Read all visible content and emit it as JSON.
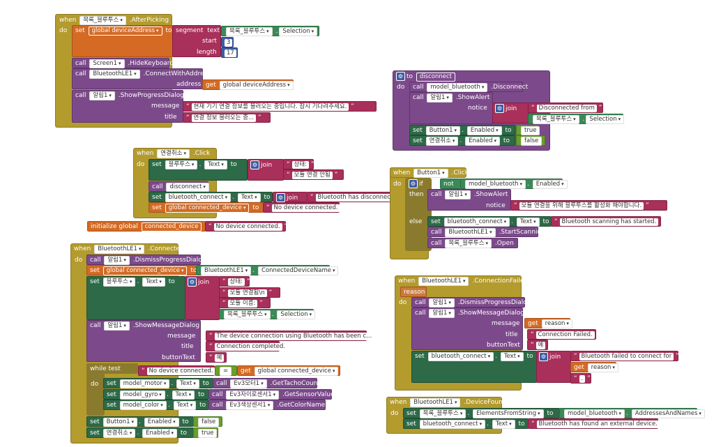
{
  "blocks": {
    "after_picking": {
      "when": "when",
      "component": "목록_블루투스",
      "event": ".AfterPicking",
      "do": "do",
      "set": "set",
      "var": "global deviceAddress",
      "to": "to",
      "segment": "segment",
      "text": "text",
      "text_comp": "목록_블루투스",
      "text_prop": "Selection",
      "start": "start",
      "start_val": "3",
      "length": "length",
      "length_val": "17",
      "call1": "call",
      "screen": "Screen1",
      "hide": ".HideKeyboard",
      "call2": "call",
      "bt": "BluetoothLE1",
      "connect": ".ConnectWithAddress",
      "address": "address",
      "get": "get",
      "get_var": "global deviceAddress",
      "call3": "call",
      "notifier": "알림1",
      "show_progress": ".ShowProgressDialog",
      "message": "message",
      "message_val": "현재 기기 연결 정보를 불러오는 중입니다. 잠시 기다려주세요.",
      "title": "title",
      "title_val": "연결 정보 불러오는 중..."
    },
    "to_disconnect": {
      "to": "to",
      "name": "disconnect",
      "do": "do",
      "call1": "call",
      "model": "model_bluetooth",
      "disc": ".Disconnect",
      "call2": "call",
      "notifier": "알림1",
      "alert": ".ShowAlert",
      "notice": "notice",
      "join": "join",
      "s1": "Disconnected from ",
      "list": "목록_블루투스",
      "list_prop": "Selection",
      "set1": "set",
      "btn": "Button1",
      "enabled": "Enabled",
      "to1": "to",
      "true": "true",
      "set2": "set",
      "btn2": "연결취소",
      "to2": "to",
      "false": "false"
    },
    "cancel_click": {
      "when": "when",
      "component": "연결취소",
      "event": ".Click",
      "do": "do",
      "set": "set",
      "label": "블루투스",
      "text": "Text",
      "to": "to",
      "join": "join",
      "s1": "상태:",
      "s2": "모듈 연결 안됨",
      "call": "call",
      "disconnect": "disconnect",
      "set2": "set",
      "bc": "bluetooth_connect",
      "text2": "Text",
      "to2": "to",
      "join2": "join",
      "s3": "Bluetooth has disconnected.",
      "set3": "set",
      "var": "global connected_device",
      "to3": "to",
      "s4": "No device connected."
    },
    "init_global": {
      "label": "initialize global",
      "name": "connected_device",
      "to": "to",
      "value": "No device connected."
    },
    "button1_click": {
      "when": "when",
      "component": "Button1",
      "event": ".Click",
      "do": "do",
      "if": "if",
      "not": "not",
      "model": "model_bluetooth",
      "enabled": "Enabled",
      "then": "then",
      "call": "call",
      "notifier": "알림1",
      "alert": ".ShowAlert",
      "notice": "notice",
      "notice_val": "모듈 연결을 위해 블루투스를 활성화 해야합니다.",
      "else": "else",
      "set": "set",
      "bc": "bluetooth_connect",
      "text": "Text",
      "to": "to",
      "scan_msg": "Bluetooth scanning has started.",
      "call2": "call",
      "bt": "BluetoothLE1",
      "scan": ".StartScanning",
      "call3": "call",
      "list": "목록_블루투스",
      "open": ".Open"
    },
    "connected": {
      "when": "when",
      "component": "BluetoothLE1",
      "event": ".Connected",
      "do": "do",
      "call1": "call",
      "notifier": "알림1",
      "dismiss": ".DismissProgressDialog",
      "set1": "set",
      "var": "global connected_device",
      "to1": "to",
      "bt": "BluetoothLE1",
      "cdn": "ConnectedDeviceName",
      "set2": "set",
      "label": "블루투스",
      "text": "Text",
      "to2": "to",
      "join": "join",
      "s1": "상태:",
      "s2": "모듈 연결됨\\n",
      "s3": "모듈 이름:",
      "list": "목록_블루투스",
      "list_prop": "Selection",
      "call2": "call",
      "notifier2": "알림1",
      "show_msg": ".ShowMessageDialog",
      "message": "message",
      "message_val": "The device connection using Bluetooth has been c...",
      "title": "title",
      "title_val": "Connection completed.",
      "buttonText": "buttonText",
      "button_val": "예",
      "while": "while",
      "test": "test",
      "s4": "No device connected.",
      "eq": "=",
      "get": "get",
      "get_var": "global connected_device",
      "do2": "do",
      "set3": "set",
      "m1": "model_motor",
      "t1": "Text",
      "to3": "to",
      "call3": "call",
      "ev1": "Ev3모터1",
      "f1": ".GetTachoCount",
      "set4": "set",
      "m2": "model_gyro",
      "t2": "Text",
      "to4": "to",
      "call4": "call",
      "ev2": "Ev3자이로센서1",
      "f2": ".GetSensorValue",
      "set5": "set",
      "m3": "model_color",
      "t3": "Text",
      "to5": "to",
      "call5": "call",
      "ev3": "Ev3색상센서1",
      "f3": ".GetColorName",
      "set6": "set",
      "btn": "Button1",
      "enabled": "Enabled",
      "to6": "to",
      "false": "false",
      "set7": "set",
      "btn2": "연결취소",
      "enabled2": "Enabled",
      "to7": "to",
      "true": "true"
    },
    "conn_failed": {
      "when": "when",
      "component": "BluetoothLE1",
      "event": ".ConnectionFailed",
      "reason": "reason",
      "do": "do",
      "call1": "call",
      "notifier": "알림1",
      "dismiss": ".DismissProgressDialog",
      "call2": "call",
      "notifier2": "알림1",
      "show_msg": ".ShowMessageDialog",
      "message": "message",
      "get": "get",
      "get_val": "reason",
      "title": "title",
      "title_val": "Connection Failed.",
      "buttonText": "buttonText",
      "button_val": "예",
      "set": "set",
      "bc": "bluetooth_connect",
      "text": "Text",
      "to": "to",
      "join": "join",
      "s1": "Bluetooth failed to connect for ",
      "get2": "get",
      "get2_val": "reason",
      "s2": "."
    },
    "device_found": {
      "when": "when",
      "component": "BluetoothLE1",
      "event": ".DeviceFound",
      "do": "do",
      "set1": "set",
      "list": "목록_블루투스",
      "efs": "ElementsFromString",
      "to1": "to",
      "model": "model_bluetooth",
      "addr": "AddressesAndNames",
      "set2": "set",
      "bc": "bluetooth_connect",
      "text": "Text",
      "to2": "to",
      "s1": "Bluetooth has found an external device."
    }
  }
}
